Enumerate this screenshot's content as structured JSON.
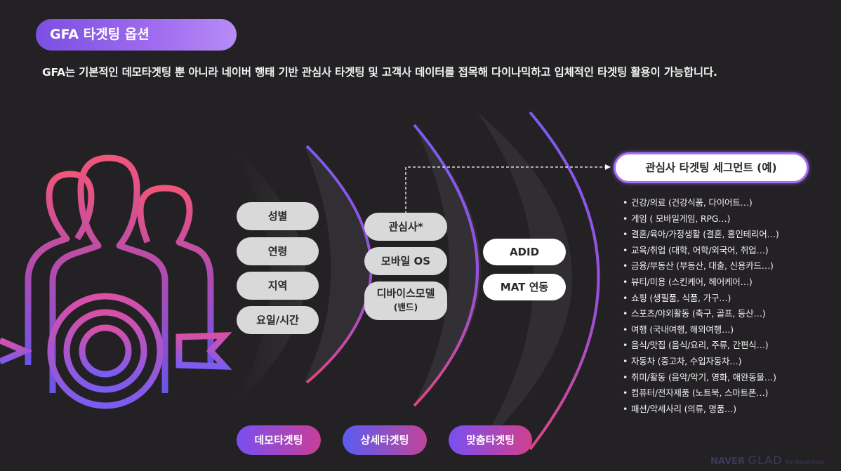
{
  "header": {
    "title": "GFA 타겟팅 옵션",
    "subtitle": "GFA는 기본적인 데모타겟팅 뿐 아니라 네이버 행태 기반 관심사 타겟팅 및 고객사 데이터를 접목해 다이나믹하고 입체적인 타겟팅 활용이 가능합니다."
  },
  "icons": {
    "people": "people-target-icon"
  },
  "demo_options": [
    "성별",
    "연령",
    "지역",
    "요일/시간"
  ],
  "detail_options": {
    "interest": "관심사*",
    "mobile_os": "모바일 OS",
    "device_model": "디바이스모델",
    "device_model_sub": "(밴드)"
  },
  "custom_options": [
    "ADID",
    "MAT 연동"
  ],
  "segment": {
    "title": "관심사 타겟팅 세그먼트 (예)",
    "bullet": "•",
    "items": [
      "건강/의료 (건강식품, 다이어트…)",
      "게임 ( 모바일게임, RPG…)",
      "결혼/육아/가정생활 (결혼, 홈인테리어…)",
      "교육/취업 (대학, 어학/외국어, 취업…)",
      "금융/부동산 (부동산, 대출, 신용카드…)",
      "뷰티/미용 (스킨케어, 헤어케어…)",
      "쇼핑 (생필품, 식품, 가구…)",
      "스포츠/야외활동 (축구, 골프, 등산…)",
      "여행 (국내여행, 해외여행…)",
      "음식/맛집 (음식/요리, 주류, 간편식…)",
      "자동차 (중고차, 수입자동차…)",
      "취미/활동 (음악/악기, 영화, 애완동물…)",
      "컴퓨터/전자제품 (노트북, 스마트폰…)",
      "패션/악세사리 (의류, 명품…)"
    ]
  },
  "categories": [
    "데모타겟팅",
    "상세타겟팅",
    "맞춤타겟팅"
  ],
  "logo": {
    "naver": "NAVER",
    "glad": "GLAD",
    "for": "for Advertiser"
  },
  "colors": {
    "background": "#232124",
    "accent_purple": "#7b4fe0",
    "accent_pink": "#e0457f"
  }
}
